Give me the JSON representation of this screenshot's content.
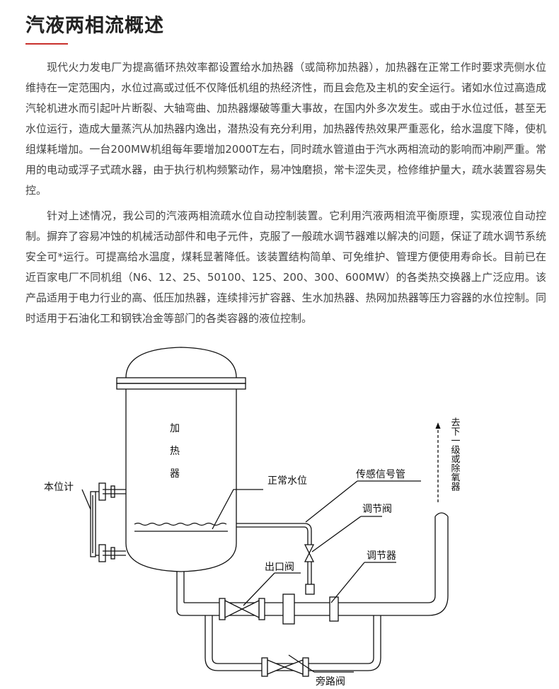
{
  "article": {
    "title": "汽液两相流概述",
    "paragraph1": "现代火力发电厂为提高循环热效率都设置给水加热器（或简称加热器），加热器在正常工作时要求壳侧水位维持在一定范围内，水位过高或过低不仅降低机组的热经济性，而且会危及主机的安全运行。诸如水位过高造成汽轮机进水而引起叶片断裂、大轴弯曲、加热器爆破等重大事故，在国内外多次发生。或由于水位过低，甚至无水位运行，造成大量蒸汽从加热器内逸出，潜热没有充分利用，加热器传热效果严重恶化，给水温度下降，使机组煤耗增加。一台200MW机组每年要增加2000T左右，同时疏水管道由于汽水两相流动的影响而冲刷严重。常用的电动或浮子式疏水器，由于执行机构频繁动作，易冲蚀磨损，常卡涩失灵，检修维护量大，疏水装置容易失控。",
    "paragraph2": "针对上述情况，我公司的汽液两相流疏水位自动控制装置。它利用汽液两相流平衡原理，实现液位自动控制。摒弃了容易冲蚀的机械活动部件和电子元件，克服了一般疏水调节器难以解决的问题，保证了疏水调节系统安全可*运行。可提高给水温度，煤耗显著降低。该装置结构简单、可免维护、管理方便使用寿命长。目前已在近百家电厂不同机组（N6、12、25、50100、125、200、300、600MW）的各类热交换器上广泛应用。该产品适用于电力行业的高、低压加热器，连续排污扩容器、生水加热器、热网加热器等压力容器的水位控制。同时适用于石油化工和钢铁冶金等部门的各类容器的液位控制。"
  },
  "diagram": {
    "heater_char1": "加",
    "heater_char2": "热",
    "heater_char3": "器",
    "level_gauge": "本位计",
    "normal_level": "正常水位",
    "signal_pipe": "传感信号管",
    "control_valve": "调节阀",
    "regulator": "调节器",
    "outlet_valve": "出口阀",
    "bypass_valve": "旁路阀",
    "destination": "去下一级或除氧器"
  }
}
